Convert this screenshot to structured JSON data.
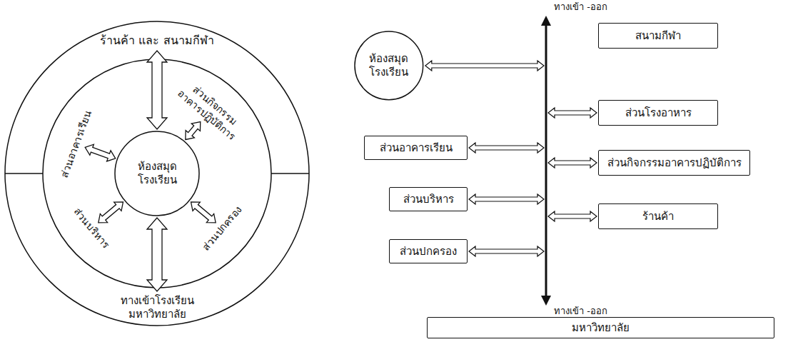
{
  "diagram": {
    "nodes": [
      {
        "text": [
          "ร้านค้า และ สนามกีฬา"
        ]
      },
      {
        "text": [
          "ส่วนอาคารเรียน"
        ]
      },
      {
        "text": [
          "ส่วนกิจกรรม อาคารปฏิบัติการ"
        ]
      },
      {
        "text": [
          "ห้องสมุด โรงเรียน"
        ]
      },
      {
        "text": [
          "ส่วนบริหาร"
        ]
      },
      {
        "text": [
          "ส่วนปกครอง"
        ]
      },
      {
        "text": [
          "ทางเข้าโรงเรียน มหาวิทยาลัย"
        ]
      },
      {
        "text": [
          "ห้องสมุด โรงเรียน"
        ]
      },
      {
        "text": [
          "สนามกีฬา"
        ]
      },
      {
        "text": [
          "ส่วนอาคารเรียน"
        ]
      },
      {
        "text": [
          "ส่วนโรงอาหาร"
        ]
      },
      {
        "text": [
          "ส่วนกิจกรรมอาคารปฏิบัติการ"
        ]
      },
      {
        "text": [
          "ส่วนบริหาร"
        ]
      },
      {
        "text": [
          "ร้านค้า"
        ]
      },
      {
        "text": [
          "ส่วนปกครอง"
        ]
      },
      {
        "text": [
          "มหาวิทยาลัย"
        ]
      }
    ],
    "edges": [
      {
        "from": 3,
        "to": 0,
        "arrow": "both"
      },
      {
        "from": 3,
        "to": 1,
        "arrow": "both"
      },
      {
        "from": 3,
        "to": 2,
        "arrow": "both"
      },
      {
        "from": 3,
        "to": 4,
        "arrow": "both"
      },
      {
        "from": 3,
        "to": 5,
        "arrow": "both"
      },
      {
        "from": 3,
        "to": 6,
        "arrow": "both"
      }
    ],
    "labels": [
      "ทางเข้า -ออก",
      "ทางเข้า -ออก"
    ]
  }
}
